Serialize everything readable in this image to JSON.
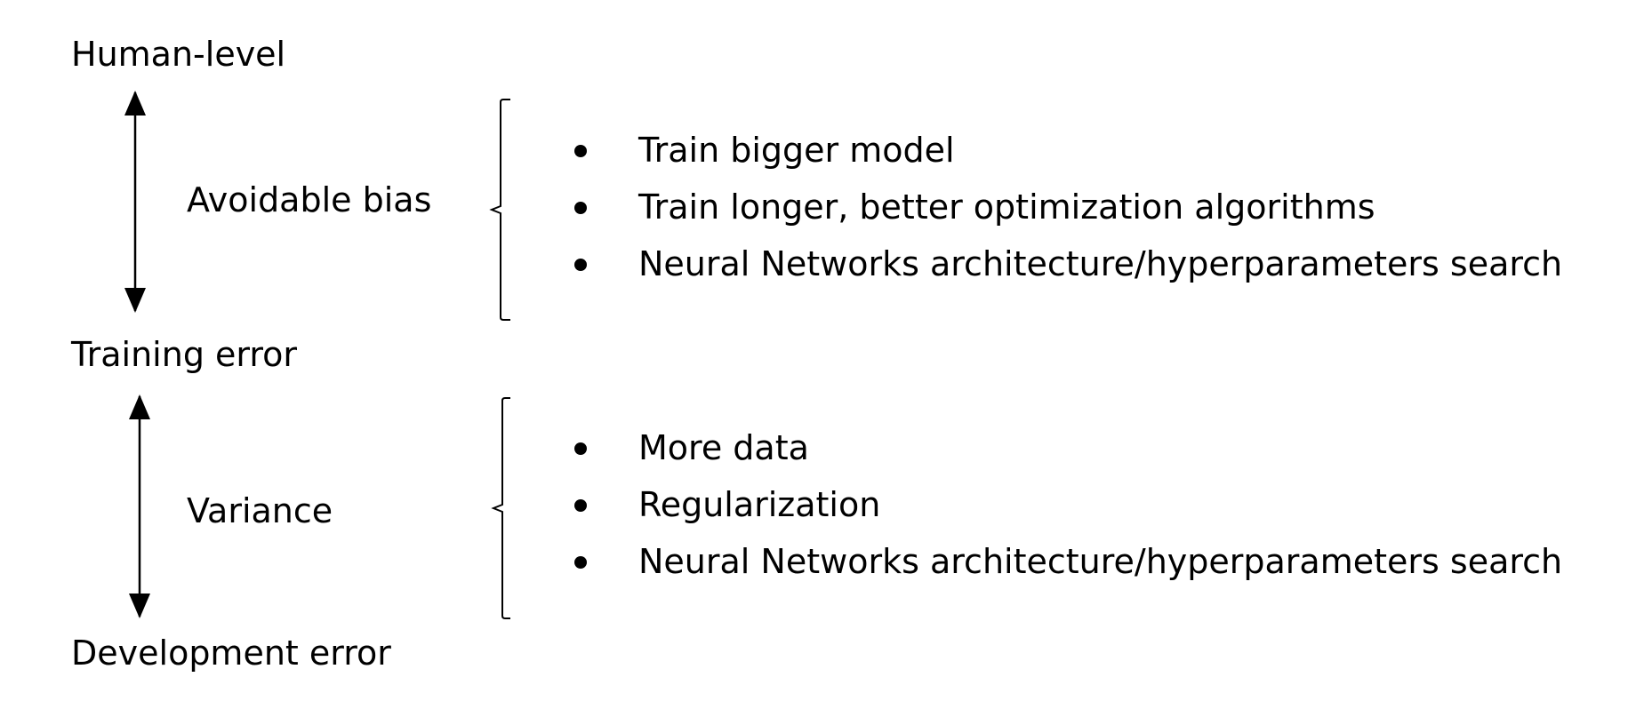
{
  "levels": {
    "top": "Human-level",
    "middle": "Training error",
    "bottom": "Development error"
  },
  "groups": [
    {
      "label": "Avoidable bias",
      "items": [
        "Train bigger model",
        "Train longer, better optimization algorithms",
        "Neural Networks architecture/hyperparameters search"
      ]
    },
    {
      "label": "Variance",
      "items": [
        "More data",
        "Regularization",
        "Neural Networks architecture/hyperparameters search"
      ]
    }
  ]
}
